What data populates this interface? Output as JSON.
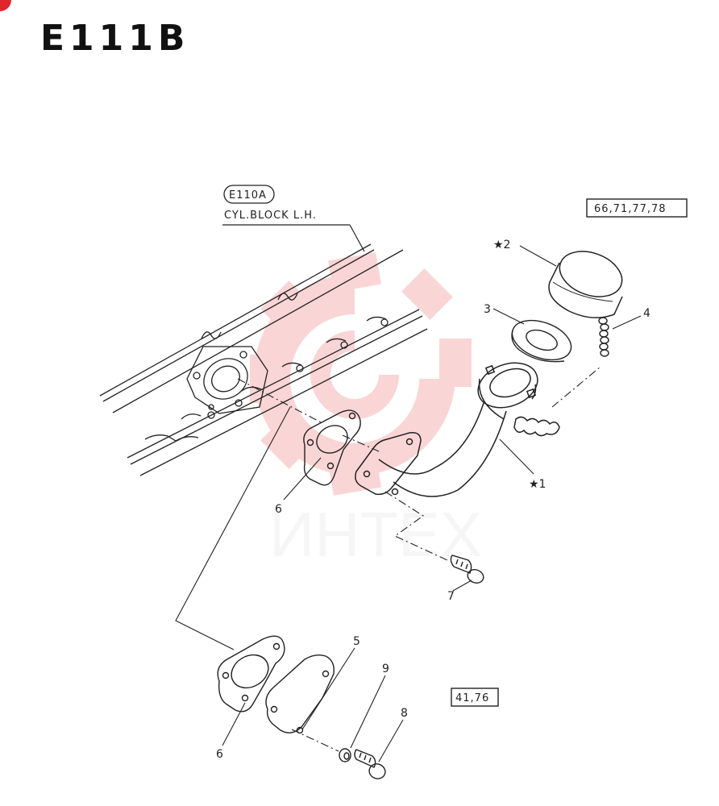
{
  "title": "E111B",
  "reference": {
    "code": "E110A",
    "description": "CYL.BLOCK L.H."
  },
  "page_refs": [
    "66,71,77,78",
    "41,76"
  ],
  "callouts": [
    {
      "number": "★1"
    },
    {
      "number": "★2"
    },
    {
      "number": "3"
    },
    {
      "number": "4"
    },
    {
      "number": "5"
    },
    {
      "number": "6"
    },
    {
      "number": "6"
    },
    {
      "number": "7"
    },
    {
      "number": "8"
    },
    {
      "number": "9"
    }
  ],
  "watermark": {
    "text": "ИНТЕХ",
    "logo_color": "#e8433f"
  },
  "colors": {
    "ink": "#222222",
    "corner_mark": "#e0252c"
  }
}
